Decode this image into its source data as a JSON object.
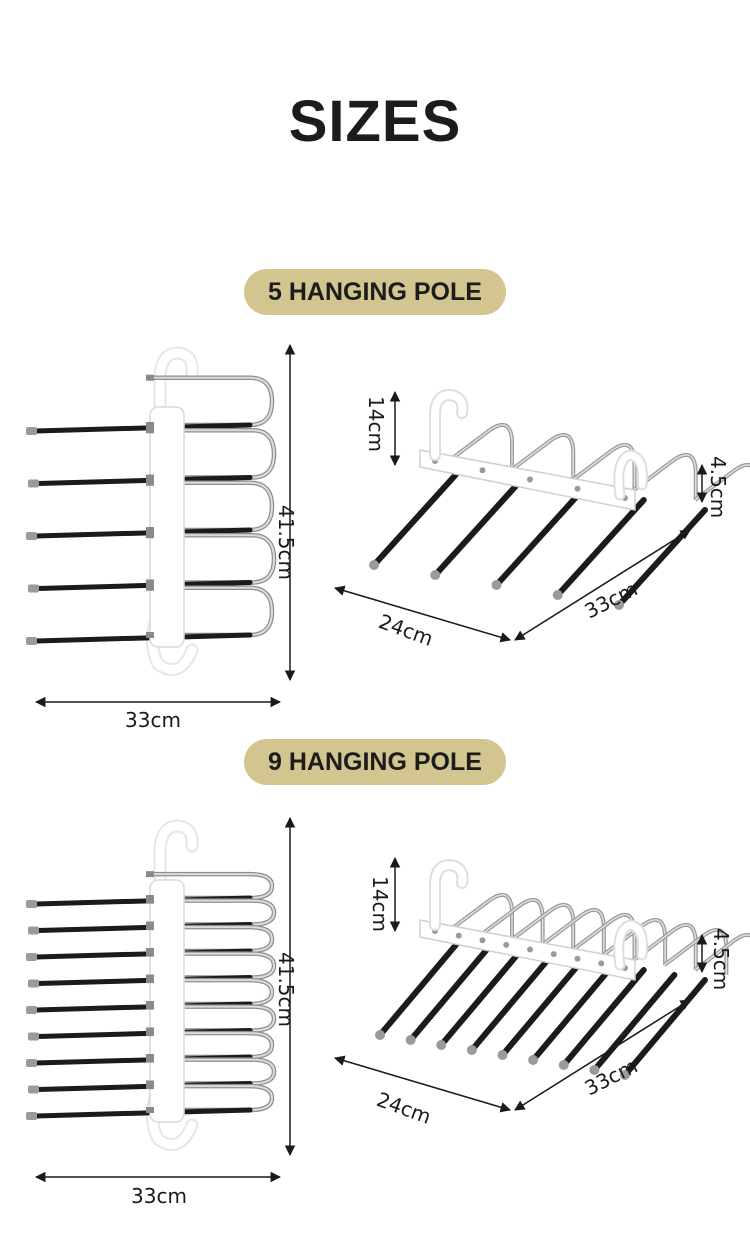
{
  "title": "SIZES",
  "colors": {
    "badge": "#d3c58f",
    "bar": "#1b1b1b",
    "steel": "#bdbdbd",
    "frame": "#ffffff"
  },
  "sections": [
    {
      "label": "5 HANGING POLE",
      "poles": 5,
      "width_label": "33cm",
      "height_label": "41.5cm",
      "hook_label": "14cm",
      "depth_label": "24cm",
      "length_label": "33cm",
      "gap_label": "4.5cm"
    },
    {
      "label": "9 HANGING POLE",
      "poles": 9,
      "width_label": "33cm",
      "height_label": "41.5cm",
      "hook_label": "14cm",
      "depth_label": "24cm",
      "length_label": "33cm",
      "gap_label": "4.5cm"
    }
  ]
}
